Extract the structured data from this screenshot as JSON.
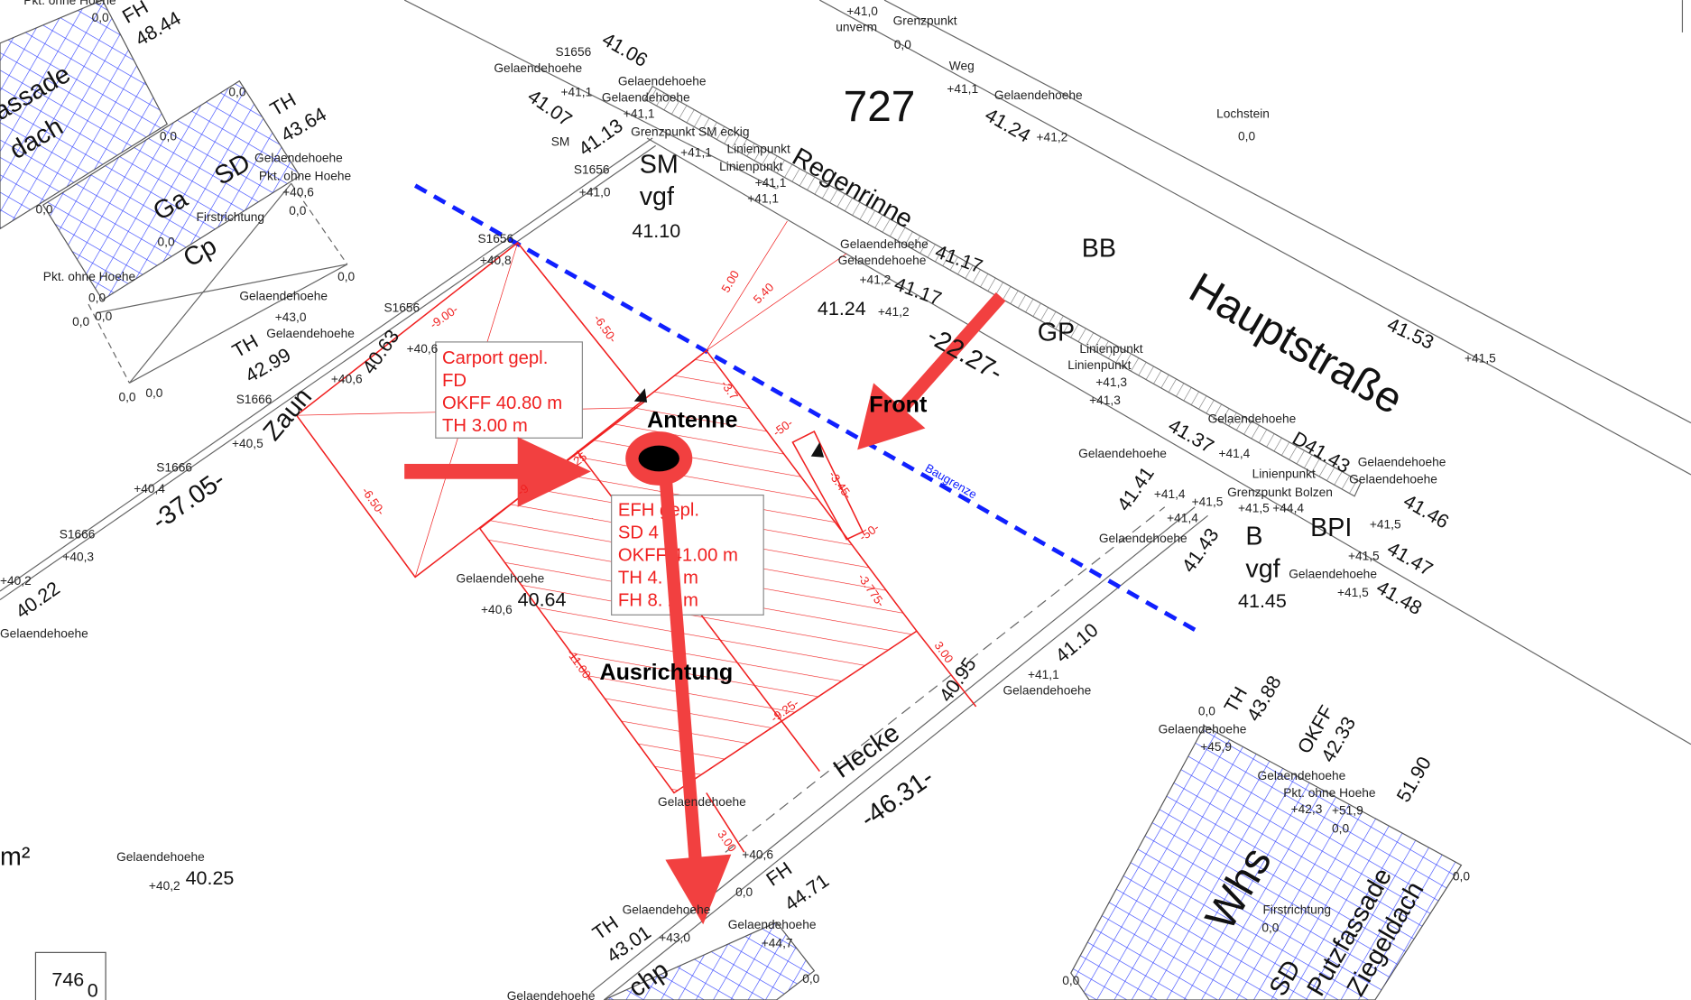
{
  "annotations": {
    "antenne": "Antenne",
    "front": "Front",
    "ausrichtung": "Ausrichtung",
    "baugrenze": "Baugrenze"
  },
  "carport_box": [
    "Carport gepl.",
    "FD",
    "OKFF 40.80 m",
    "TH 3.00 m"
  ],
  "efh_box": [
    "EFH gepl.",
    "SD 4  °",
    "OKFF 41.00 m",
    "TH 4. 0 m",
    "FH 8. 2 m"
  ],
  "colors": {
    "plan_red": "#f02020",
    "arrow_red": "#f24040",
    "baugrenze_blue": "#1020ff",
    "building_blue": "#3040ff"
  },
  "labels": [
    "Pkt. ohne Hoehe",
    "0,0",
    "FH",
    "48.44",
    "assade",
    "dach",
    "TH",
    "43.64",
    "0,0",
    "0,0",
    "Gelaendehoehe",
    "Pkt. ohne Hoehe",
    "+40,6",
    "0,0",
    "SD",
    "Ga",
    "Cp",
    "Firstrichtung",
    "0,0",
    "0,0",
    "Pkt. ohne Hoehe",
    "0,0",
    "0,0",
    "0,0",
    "Gelaendehoehe",
    "+43,0",
    "0,0",
    "TH",
    "42.99",
    "0,0",
    "0,0",
    "S1656",
    "+40,8",
    "S1656",
    "+40,6",
    "Gelaendehoehe",
    "+40,6",
    "40.63",
    "S1666",
    "+40,5",
    "Zaun",
    "S1666",
    "+40,4",
    "-37.05-",
    "S1666",
    "+40,3",
    "Gelaendehoehe",
    "+40,2",
    "40.22",
    "Gelaendehoehe",
    "+41,1",
    "41.06",
    "Gelaendehoehe",
    "Gelaendehoehe",
    "+41,1",
    "S1656",
    "41.07",
    "SM",
    "Grenzpunkt SM eckig",
    "+41,1",
    "41.13",
    "S1656",
    "+41,0",
    "SM",
    "vgf",
    "41.10",
    "Linienpunkt",
    "Linienpunkt",
    "+41,1",
    "+41,1",
    "Regenrinne",
    "727",
    "+41,0",
    "unverm",
    "Grenzpunkt",
    "0,0",
    "Weg",
    "+41,1",
    "Gelaendehoehe",
    "41.24",
    "+41,2",
    "Lochstein",
    "0,0",
    "Gelaendehoehe",
    "Gelaendehoehe",
    "+41,2",
    "+41,2",
    "41.17",
    "41.17",
    "BB",
    "41.24",
    "-22.27-",
    "GP",
    "Linienpunkt",
    "Linienpunkt",
    "+41,3",
    "+41,3",
    "41.53",
    "+41,5",
    "Gelaendehoehe",
    "+41,4",
    "41.37",
    "Linienpunkt",
    "Grenzpunkt Bolzen",
    "+44,4",
    "D41.43",
    "Gelaendehoehe",
    "+41,4",
    "41.41",
    "+41,5",
    "+41,5",
    "Gelaendehoehe",
    "+41,4",
    "41.43",
    "B",
    "vgf",
    "41.45",
    "BPI",
    "Gelaendehoehe",
    "Gelaendehoehe",
    "+41,5",
    "+41,5",
    "41.46",
    "41.47",
    "Gelaendehoehe",
    "+41,5",
    "41.48",
    "Gelaendehoehe",
    "+40,6",
    "40.64",
    "Hecke",
    "-46.31-",
    "40.95",
    "41.10",
    "+41,1",
    "Gelaendehoehe",
    "Gelaendehoehe",
    "+40,6",
    "0,0",
    "FH",
    "44.71",
    "Gelaendehoehe",
    "Gelaendehoehe",
    "TH",
    "43.01",
    "+43,0",
    "+44,7",
    "0,0",
    "Gelaendehoehe",
    "chp",
    "m²",
    "Gelaendehoehe",
    "+40,2",
    "40.25",
    "TH",
    "43.88",
    "Gelaendehoehe",
    "+45,9",
    "0,0",
    "OKFF",
    "42.33",
    "Gelaendehoehe",
    "Pkt. ohne Hoehe",
    "+42,3",
    "+51,9",
    "0,0",
    "51.90",
    "Whs",
    "Firstrichtung",
    "0,0",
    "SD",
    "Putzfassade",
    "Ziegeldach",
    "0,0",
    "0,0",
    "Hauptstraße",
    "-9.00-",
    "-6.50-",
    "-6.50-",
    "5.00",
    "5.40",
    "-3.7",
    "-50-",
    "-3.45-",
    "-50-",
    "-3.775-",
    "25",
    "-9",
    "-11.00-",
    "-9.25-",
    "3.00",
    "3.00",
    "746",
    "0"
  ]
}
